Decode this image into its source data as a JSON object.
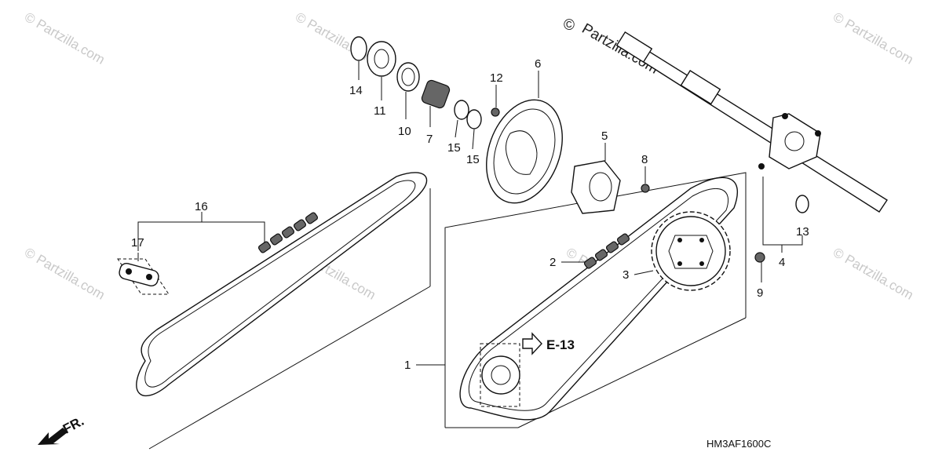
{
  "watermarks": {
    "brand": "© Partzilla.com",
    "corner": "©",
    "site": "Partzilla.com"
  },
  "callouts": [
    "1",
    "2",
    "3",
    "4",
    "5",
    "6",
    "7",
    "8",
    "9",
    "10",
    "11",
    "12",
    "13",
    "14",
    "15",
    "16",
    "17"
  ],
  "reference": {
    "label": "E-13"
  },
  "front_marker": {
    "label": "FR."
  },
  "diagram_code": "HM3AF1600C"
}
